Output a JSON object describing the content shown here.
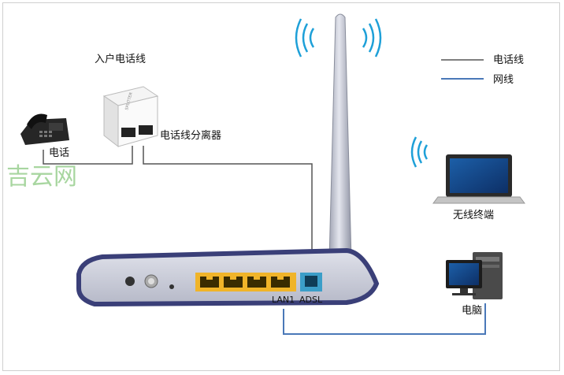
{
  "labels": {
    "incoming_line": "入户电话线",
    "phone": "电话",
    "splitter": "电话线分离器",
    "laptop": "无线终端",
    "computer": "电脑",
    "lan_port": "LAN1",
    "adsl_port": "ADSL",
    "watermark": "吉云网"
  },
  "legend": [
    {
      "label": "电话线",
      "color": "#555555"
    },
    {
      "label": "网线",
      "color": "#4a78b8"
    }
  ],
  "colors": {
    "phone_line": "#555555",
    "network_line": "#4a78b8",
    "lan_ports": "#f0b429",
    "adsl_port": "#3b9ec8",
    "router_body": "#c9cbd6",
    "router_trim": "#3a3f78",
    "wifi": "#1ea0d8"
  }
}
